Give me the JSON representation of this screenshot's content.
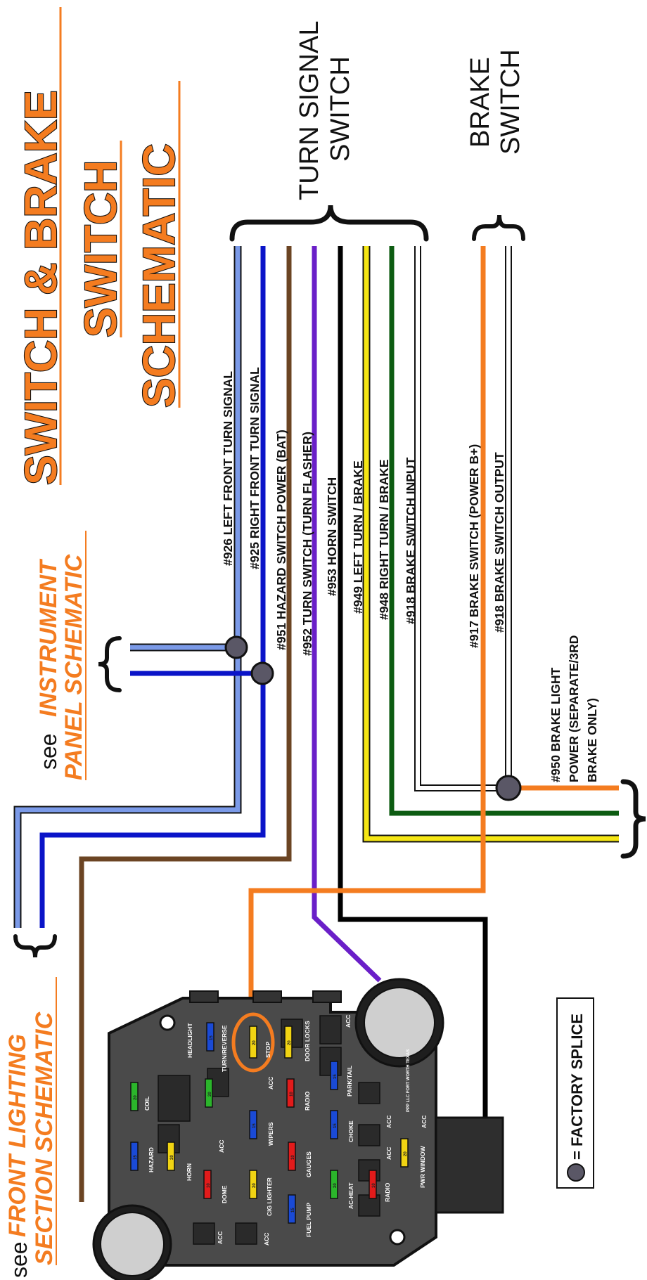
{
  "title": {
    "line1": "SWITCH & BRAKE",
    "line2": "SWITCH",
    "line3": "SCHEMATIC"
  },
  "refs": {
    "front_lighting_see": "see",
    "front_lighting_line1": "FRONT LIGHTING",
    "front_lighting_line2": "SECTION SCHEMATIC",
    "instrument_see": "see",
    "instrument_line1": "INSTRUMENT",
    "instrument_line2": "PANEL SCHEMATIC"
  },
  "switches": {
    "turn_signal_line1": "TURN SIGNAL",
    "turn_signal_line2": "SWITCH",
    "brake_line1": "BRAKE",
    "brake_line2": "SWITCH"
  },
  "wires": [
    {
      "label": "#926 LEFT FRONT TURN SIGNAL",
      "color": "#7b9ae8"
    },
    {
      "label": "#925 RIGHT FRONT TURN SIGNAL",
      "color": "#0a14c8"
    },
    {
      "label": "#951 HAZARD SWITCH POWER (BAT)",
      "color": "#6b4423"
    },
    {
      "label": "#952 TURN SWITCH (TURN FLASHER)",
      "color": "#6a1fc8"
    },
    {
      "label": "#953 HORN SWITCH",
      "color": "#000000"
    },
    {
      "label": "#949 LEFT TURN / BRAKE",
      "color": "#f5e614"
    },
    {
      "label": "#948 RIGHT TURN / BRAKE",
      "color": "#0d5c12"
    },
    {
      "label": "#918 BRAKE SWITCH INPUT",
      "color": "#ffffff"
    },
    {
      "label": "#917 BRAKE SWITCH (POWER B+)",
      "color": "#f47c20"
    },
    {
      "label": "#918 BRAKE SWITCH OUTPUT",
      "color": "#ffffff"
    }
  ],
  "brake_light_power": {
    "line1": "#950 BRAKE LIGHT",
    "line2": "POWER (SEPARATE/3RD",
    "line3": "BRAKE ONLY)"
  },
  "legend": {
    "label": "= FACTORY SPLICE"
  },
  "fuse_labels": {
    "headlight": "HEADLIGHT",
    "turn_reverse": "TURN/REVERSE",
    "stop": "STOP",
    "door_locks": "DOOR LOCKS",
    "acc1": "ACC",
    "coil": "COIL",
    "acc2": "ACC",
    "radio1": "RADIO",
    "park_tail": "PARK/TAIL",
    "hazard": "HAZARD",
    "wipers": "WIPERS",
    "choke": "CHOKE",
    "horn": "HORN",
    "acc3": "ACC",
    "gauges": "GAUGES",
    "acc4": "ACC",
    "dome": "DOME",
    "cig_lighter": "CIG LIGHTER",
    "ac_heat": "AC-HEAT",
    "radio2": "RADIO",
    "pwr_window": "PWR WINDOW",
    "acc5": "ACC",
    "fuel_pump": "FUEL PUMP",
    "acc6": "ACC",
    "acc7": "ACC",
    "acc8": "ACC",
    "maker": "PPP LLC FORT WORTH TEXAS"
  },
  "fuse_values": {
    "v15": "15",
    "v20": "20",
    "v10": "10"
  },
  "colors": {
    "accent": "#f47c20",
    "splice": "#5a5766",
    "fuse_block": "#4a4a4a",
    "fuse_red": "#e21b1b",
    "fuse_blue": "#1a4ad6",
    "fuse_yellow": "#f1d413",
    "fuse_green": "#2bb52b"
  }
}
